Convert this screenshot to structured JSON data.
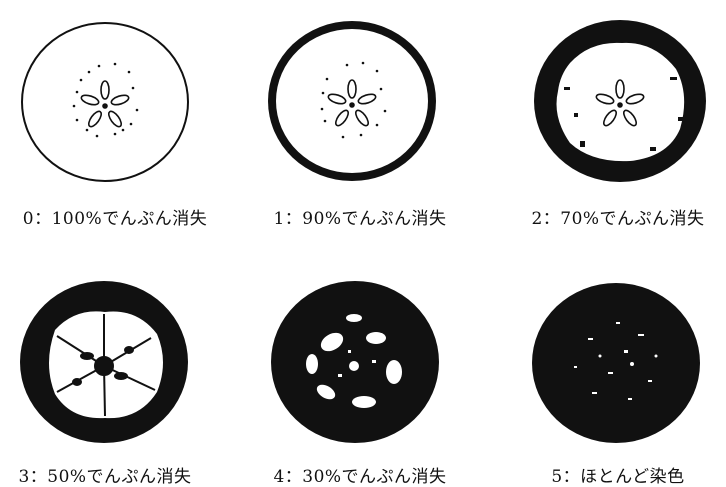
{
  "stages": [
    {
      "label": "0：100%でんぷん消失",
      "stain_fraction": 0.0
    },
    {
      "label": "1：90%でんぷん消失",
      "stain_fraction": 0.1
    },
    {
      "label": "2：70%でんぷん消失",
      "stain_fraction": 0.3
    },
    {
      "label": "3：50%でんぷん消失",
      "stain_fraction": 0.5
    },
    {
      "label": "4：30%でんぷん消失",
      "stain_fraction": 0.7
    },
    {
      "label": "5：ほとんど染色",
      "stain_fraction": 0.95
    }
  ],
  "colors": {
    "ink": "#111111",
    "paper": "#ffffff"
  }
}
